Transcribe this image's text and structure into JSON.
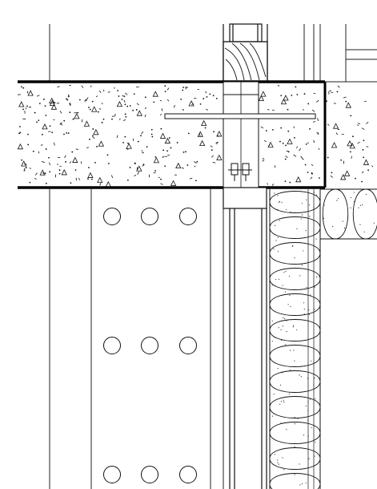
{
  "drawing": {
    "kind": "architectural section detail",
    "components": [
      "concrete-slab",
      "steel-column-with-bolt-holes",
      "anchor-bolts",
      "embedded-plate",
      "batt-insulation",
      "window-frame",
      "wood-blocking"
    ],
    "bolt_hole_rows": 3,
    "bolt_holes_per_row": 3,
    "insulation_loops_vertical": 11,
    "insulation_loops_horizontal": 2,
    "colors": {
      "line": "#111111",
      "background": "#ffffff"
    }
  }
}
